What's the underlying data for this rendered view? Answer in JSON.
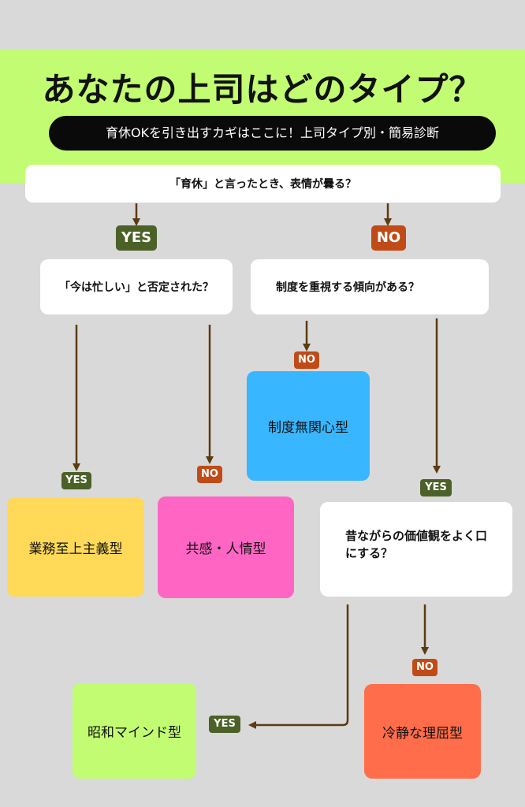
{
  "title": "あなたの上司はどのタイプ？",
  "subtitle": "育休OKを引き出すカギはここに！上司タイプ別・簡易診断",
  "questions": {
    "q1": "「育休」と言ったとき、表情が曇る？",
    "q2": "「今は忙しい」と否定された？",
    "q3": "制度を重視する傾向がある？",
    "q4": "昔ながらの価値観をよく口にする？"
  },
  "labels": {
    "yes": "YES",
    "no": "NO"
  },
  "results": {
    "r1": "業務至上主義型",
    "r2": "共感・人情型",
    "r3": "制度無関心型",
    "r4": "昭和マインド型",
    "r5": "冷静な理屈型"
  },
  "colors": {
    "header_band": "#c2fc72",
    "yes_badge": "#4b6128",
    "no_badge": "#c04b17",
    "arrow": "#5c3a12",
    "r1": "#ffd957",
    "r2": "#ff66c4",
    "r3": "#38b6ff",
    "r4": "#c2fc72",
    "r5": "#ff6d4a"
  }
}
